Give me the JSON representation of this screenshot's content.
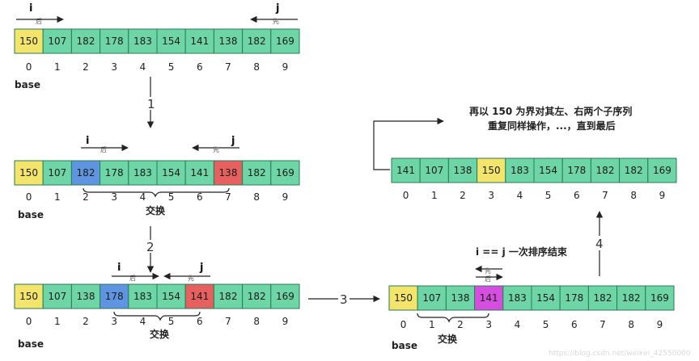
{
  "colors": {
    "green": "#6ed6a6",
    "yellow": "#f3e46b",
    "blue": "#5f95e0",
    "red": "#e66060",
    "magenta": "#d64ee0",
    "stroke": "#2a7a55"
  },
  "step_labels": [
    "1",
    "2",
    "3",
    "4"
  ],
  "arrays": [
    {
      "values": [
        "150",
        "107",
        "182",
        "178",
        "183",
        "154",
        "141",
        "138",
        "182",
        "169"
      ],
      "colors": [
        "yellow",
        "green",
        "green",
        "green",
        "green",
        "green",
        "green",
        "green",
        "green",
        "green"
      ],
      "indices": [
        "0",
        "1",
        "2",
        "3",
        "4",
        "5",
        "6",
        "7",
        "8",
        "9"
      ],
      "base_label": "base",
      "i_label": "i",
      "j_label": "j",
      "i_arrow_text": "后",
      "j_arrow_text": "先"
    },
    {
      "values": [
        "150",
        "107",
        "182",
        "178",
        "183",
        "154",
        "141",
        "138",
        "182",
        "169"
      ],
      "colors": [
        "yellow",
        "green",
        "blue",
        "green",
        "green",
        "green",
        "green",
        "red",
        "green",
        "green"
      ],
      "indices": [
        "0",
        "1",
        "2",
        "3",
        "4",
        "5",
        "6",
        "7",
        "8",
        "9"
      ],
      "base_label": "base",
      "i_label": "i",
      "j_label": "j",
      "i_arrow_text": "后",
      "j_arrow_text": "先",
      "brace_label": "交换"
    },
    {
      "values": [
        "150",
        "107",
        "138",
        "178",
        "183",
        "154",
        "141",
        "182",
        "182",
        "169"
      ],
      "colors": [
        "yellow",
        "green",
        "green",
        "blue",
        "green",
        "green",
        "red",
        "green",
        "green",
        "green"
      ],
      "indices": [
        "0",
        "1",
        "2",
        "3",
        "4",
        "5",
        "6",
        "7",
        "8",
        "9"
      ],
      "base_label": "base",
      "i_label": "i",
      "j_label": "j",
      "i_arrow_text": "后",
      "j_arrow_text": "先",
      "brace_label": "交换"
    },
    {
      "values": [
        "150",
        "107",
        "138",
        "141",
        "183",
        "154",
        "178",
        "182",
        "182",
        "169"
      ],
      "colors": [
        "yellow",
        "green",
        "green",
        "magenta",
        "green",
        "green",
        "green",
        "green",
        "green",
        "green"
      ],
      "indices": [
        "0",
        "1",
        "2",
        "3",
        "4",
        "5",
        "6",
        "7",
        "8",
        "9"
      ],
      "base_label": "base",
      "j_arrow_text": "先",
      "i_arrow_text": "后",
      "brace_label": "交换",
      "note": "i == j 一次排序结束"
    },
    {
      "values": [
        "141",
        "107",
        "138",
        "150",
        "183",
        "154",
        "178",
        "182",
        "182",
        "169"
      ],
      "colors": [
        "green",
        "green",
        "green",
        "yellow",
        "green",
        "green",
        "green",
        "green",
        "green",
        "green"
      ],
      "indices": [
        "0",
        "1",
        "2",
        "3",
        "4",
        "5",
        "6",
        "7",
        "8",
        "9"
      ],
      "note_line1": "再以 150 为界对其左、右两个子序列",
      "note_line2": "重复同样操作，...，直到最后"
    }
  ],
  "watermark": "https://blog.csdn.net/weixin_42550000"
}
